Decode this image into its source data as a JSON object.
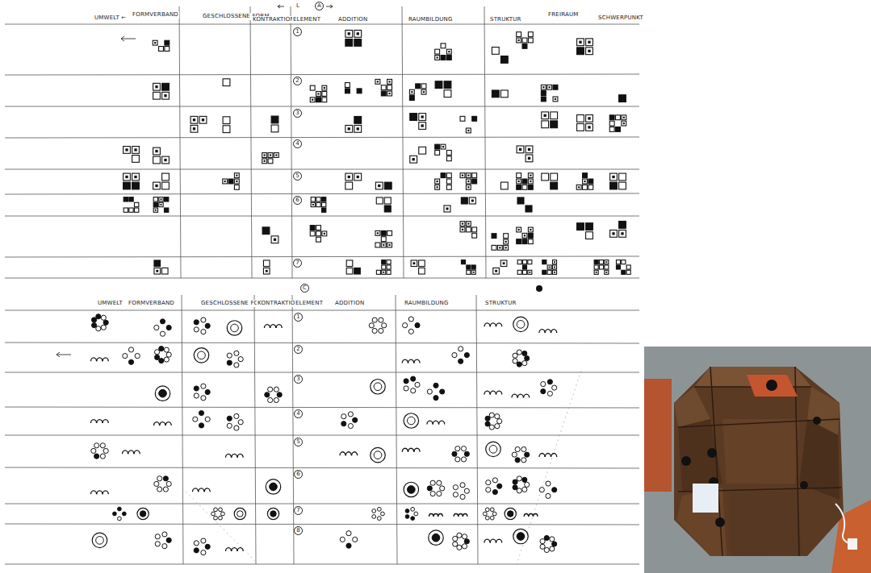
{
  "diagram": {
    "labels": [
      "UMWELT ←",
      "FORMVERBAND",
      "GESCHLOSSENE FORM",
      "KONTRAKTION",
      "L",
      "A",
      "ELEMENT",
      "ADDITION",
      "RAUMBILDUNG",
      "STRUKTUR",
      "FREIRAUM",
      "SCHWERPUNKT",
      "1",
      "2",
      "3",
      "4",
      "5",
      "6",
      "7",
      "UMWELT",
      "FORMVERBAND",
      "GESCHLOSSENE FORM",
      "KONTRAKTION",
      "ELEMENT",
      "ADDITION",
      "RAUMBILDUNG",
      "STRUKTUR",
      "C",
      "1",
      "2",
      "3",
      "4",
      "5",
      "6",
      "7",
      "8"
    ]
  }
}
